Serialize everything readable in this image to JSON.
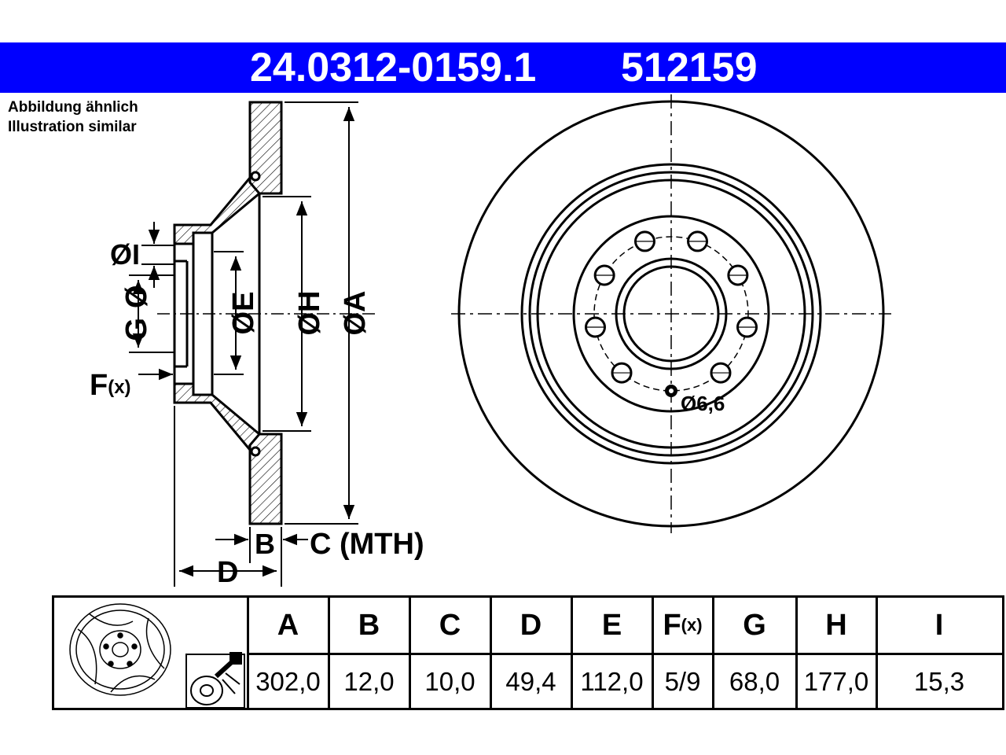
{
  "header": {
    "article_number": "24.0312-0159.1",
    "short_number": "512159"
  },
  "note": {
    "line_de": "Abbildung ähnlich",
    "line_en": "Illustration similar"
  },
  "dimension_labels": {
    "diam_symbol": "Ø",
    "I": "I",
    "G": "G",
    "E": "E",
    "H": "H",
    "A": "A",
    "F": "F",
    "F_suffix": "(x)",
    "B": "B",
    "C": "C (MTH)",
    "D": "D",
    "bolt_hole": "Ø6,6"
  },
  "table": {
    "headers": [
      "A",
      "B",
      "C",
      "D",
      "E",
      "F(x)",
      "G",
      "H",
      "I"
    ],
    "values": [
      "302,0",
      "12,0",
      "10,0",
      "49,4",
      "112,0",
      "5/9",
      "68,0",
      "177,0",
      "15,3"
    ]
  },
  "colors": {
    "header_bg": "#0000ff",
    "header_text": "#ffffff",
    "line": "#000000"
  },
  "icons": [
    "brake-disc-icon",
    "spray-can-icon"
  ]
}
